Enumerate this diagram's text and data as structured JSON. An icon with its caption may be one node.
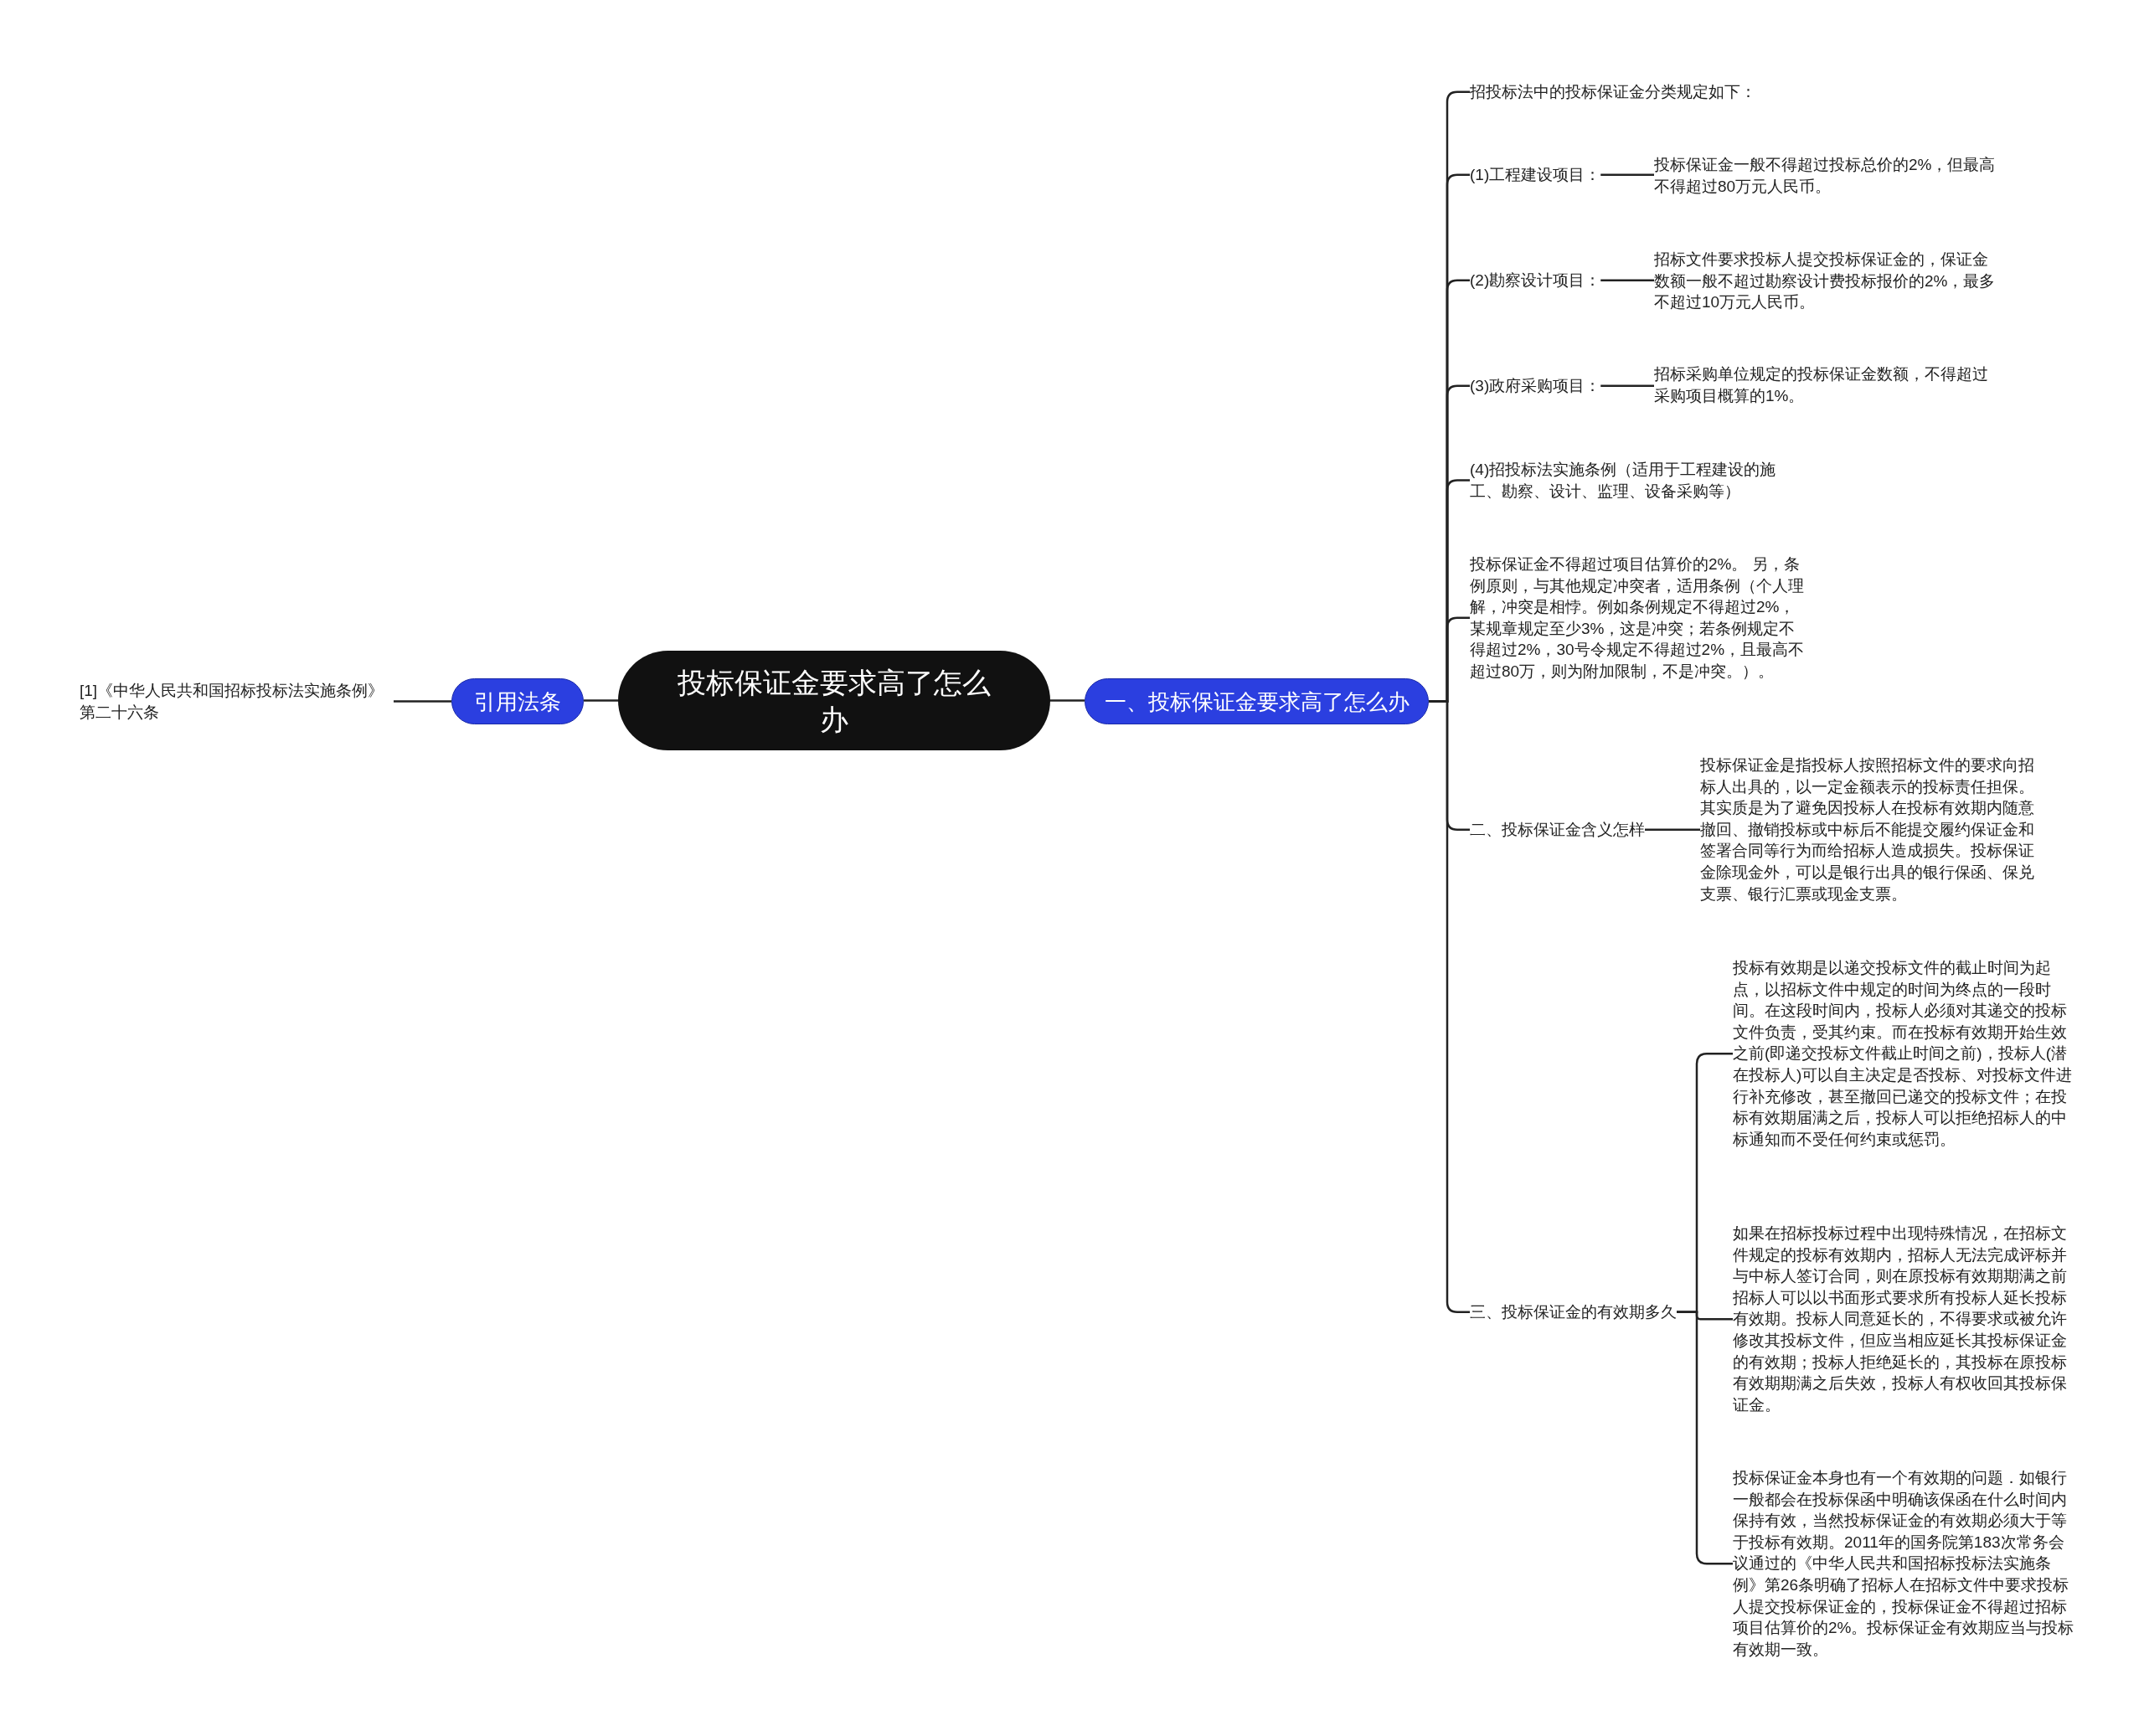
{
  "diagram": {
    "nodes": [
      {
        "text": [
          "投标保证金要求高了怎么办"
        ]
      },
      {
        "text": [
          "一、投标保证金要求高了怎么办"
        ]
      },
      {
        "text": [
          "引用法条"
        ]
      },
      {
        "text": [
          "[1]《中华人民共和国招标投标法实施条例》第二十六条"
        ]
      },
      {
        "text": [
          "招投标法中的投标保证金分类规定如下："
        ]
      },
      {
        "text": [
          "(1)工程建设项目："
        ]
      },
      {
        "text": [
          "投标保证金一般不得超过投标总价的2%，但最高不得超过80万元人民币。"
        ]
      },
      {
        "text": [
          "(2)勘察设计项目："
        ]
      },
      {
        "text": [
          "招标文件要求投标人提交投标保证金的，保证金数额一般不超过勘察设计费投标报价的2%，最多不超过10万元人民币。"
        ]
      },
      {
        "text": [
          "(3)政府采购项目："
        ]
      },
      {
        "text": [
          "招标采购单位规定的投标保证金数额，不得超过采购项目概算的1%。"
        ]
      },
      {
        "text": [
          "(4)招投标法实施条例（适用于工程建设的施工、勘察、设计、监理、设备采购等）"
        ]
      },
      {
        "text": [
          "投标保证金不得超过项目估算价的2%。 另，条例原则，与其他规定冲突者，适用条例（个人理解，冲突是相悖。例如条例规定不得超过2%，某规章规定至少3%，这是冲突；若条例规定不得超过2%，30号令规定不得超过2%，且最高不超过80万，则为附加限制，不是冲突。）。"
        ]
      },
      {
        "text": [
          "二、投标保证金含义怎样"
        ]
      },
      {
        "text": [
          "投标保证金是指投标人按照招标文件的要求向招标人出具的，以一定金额表示的投标责任担保。其实质是为了避免因投标人在投标有效期内随意撤回、撤销投标或中标后不能提交履约保证金和签署合同等行为而给招标人造成损失。投标保证金除现金外，可以是银行出具的银行保函、保兑支票、银行汇票或现金支票。"
        ]
      },
      {
        "text": [
          "三、投标保证金的有效期多久"
        ]
      },
      {
        "text": [
          "投标有效期是以递交投标文件的截止时间为起点，以招标文件中规定的时间为终点的一段时间。在这段时间内，投标人必须对其递交的投标文件负责，受其约束。而在投标有效期开始生效之前(即递交投标文件截止时间之前)，投标人(潜在投标人)可以自主决定是否投标、对投标文件进行补充修改，甚至撤回已递交的投标文件；在投标有效期届满之后，投标人可以拒绝招标人的中标通知而不受任何约束或惩罚。"
        ]
      },
      {
        "text": [
          "如果在招标投标过程中出现特殊情况，在招标文件规定的投标有效期内，招标人无法完成评标并与中标人签订合同，则在原投标有效期期满之前招标人可以以书面形式要求所有投标人延长投标有效期。投标人同意延长的，不得要求或被允许修改其投标文件，但应当相应延长其投标保证金的有效期；投标人拒绝延长的，其投标在原投标有效期期满之后失效，投标人有权收回其投标保证金。"
        ]
      },
      {
        "text": [
          "投标保证金本身也有一个有效期的问题．如银行一般都会在投标保函中明确该保函在什么时间内保持有效，当然投标保证金的有效期必须大于等于投标有效期。2011年的国务院第183次常务会议通过的《中华人民共和国招标投标法实施条例》第26条明确了招标人在招标文件中要求投标人提交投标保证金的，投标保证金不得超过招标项目估算价的2%。投标保证金有效期应当与投标有效期一致。"
        ]
      }
    ],
    "edges": [
      {
        "from": 0,
        "to": 1,
        "arrow": "none"
      },
      {
        "from": 0,
        "to": 2,
        "arrow": "none"
      },
      {
        "from": 2,
        "to": 3,
        "arrow": "none"
      },
      {
        "from": 1,
        "to": 4,
        "arrow": "none"
      },
      {
        "from": 1,
        "to": 5,
        "arrow": "none"
      },
      {
        "from": 5,
        "to": 6,
        "arrow": "none"
      },
      {
        "from": 1,
        "to": 7,
        "arrow": "none"
      },
      {
        "from": 7,
        "to": 8,
        "arrow": "none"
      },
      {
        "from": 1,
        "to": 9,
        "arrow": "none"
      },
      {
        "from": 9,
        "to": 10,
        "arrow": "none"
      },
      {
        "from": 1,
        "to": 11,
        "arrow": "none"
      },
      {
        "from": 1,
        "to": 12,
        "arrow": "none"
      },
      {
        "from": 1,
        "to": 13,
        "arrow": "none"
      },
      {
        "from": 13,
        "to": 14,
        "arrow": "none"
      },
      {
        "from": 1,
        "to": 15,
        "arrow": "none"
      },
      {
        "from": 15,
        "to": 16,
        "arrow": "none"
      },
      {
        "from": 15,
        "to": 17,
        "arrow": "none"
      },
      {
        "from": 15,
        "to": 18,
        "arrow": "none"
      }
    ]
  }
}
